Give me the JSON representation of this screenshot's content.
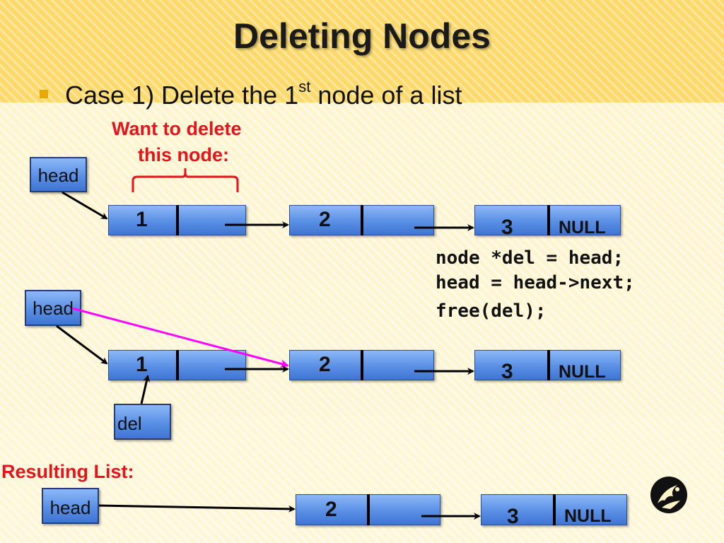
{
  "slide": {
    "title": "Deleting Nodes",
    "bullet": "Case 1)  Delete the 1",
    "bullet_sup": "st",
    "bullet_tail": " node of a list"
  },
  "annotation": {
    "line1": "Want to delete",
    "line2": "this node:"
  },
  "code": {
    "line1": "node *del = head;",
    "line2": "head = head->next;",
    "line3": "free(del);"
  },
  "labels": {
    "head": "head",
    "del": "del",
    "null": "NULL",
    "resulting": "Resulting List:"
  },
  "before_list": [
    "1",
    "2",
    "3"
  ],
  "during_list": [
    "1",
    "2",
    "3"
  ],
  "result_list": [
    "2",
    "3"
  ],
  "colors": {
    "node_fill": "#5a8fe5",
    "red_text": "#e4141b",
    "pointer_arrow": "#ff00ff",
    "title_band": "#fcd96a"
  }
}
